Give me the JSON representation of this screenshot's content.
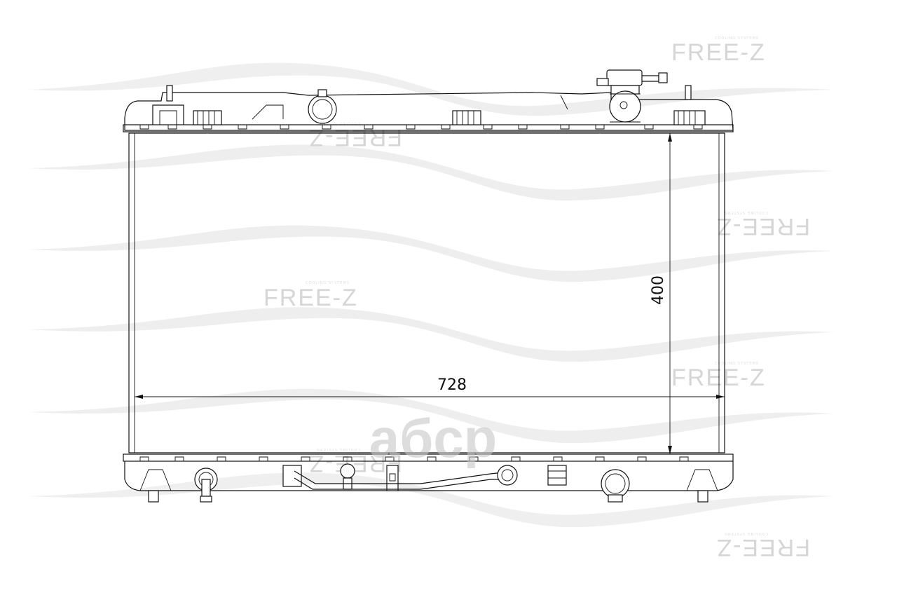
{
  "drawing": {
    "width_label": "728",
    "height_label": "400"
  },
  "watermarks": {
    "brand": "FREE-Z",
    "brand_subtitle": "COOLING SYSTEMS",
    "overlay_logo": "aбcp"
  },
  "colors": {
    "line": "#111111",
    "watermark": "#d6d6d6",
    "overlay_logo": "#c8c8c8"
  }
}
